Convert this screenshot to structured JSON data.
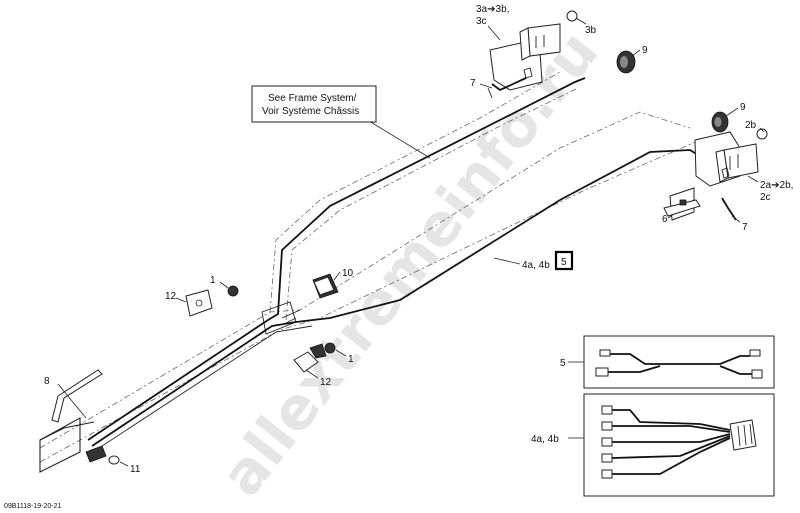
{
  "watermark": "allextremeinfo.ru",
  "footer_code": "09B1118-19-20-21",
  "frame_note": {
    "line1": "See Frame System/",
    "line2": "Voir Système Châssis"
  },
  "callouts": {
    "c3a": "3a➔3b,",
    "c3c": "3c",
    "c3b": "3b",
    "c9a": "9",
    "c9b": "9",
    "c7a": "7",
    "c7b": "7",
    "c2b": "2b",
    "c2a": "2a➔2b,",
    "c2c": "2c",
    "c6": "6",
    "c4a4b": "4a, 4b",
    "c5box": "5",
    "c1a": "1",
    "c1b": "1",
    "c10": "10",
    "c12a": "12",
    "c12b": "12",
    "c8": "8",
    "c11": "11"
  },
  "inset_5": {
    "label": "5"
  },
  "inset_4": {
    "label": "4a, 4b"
  }
}
